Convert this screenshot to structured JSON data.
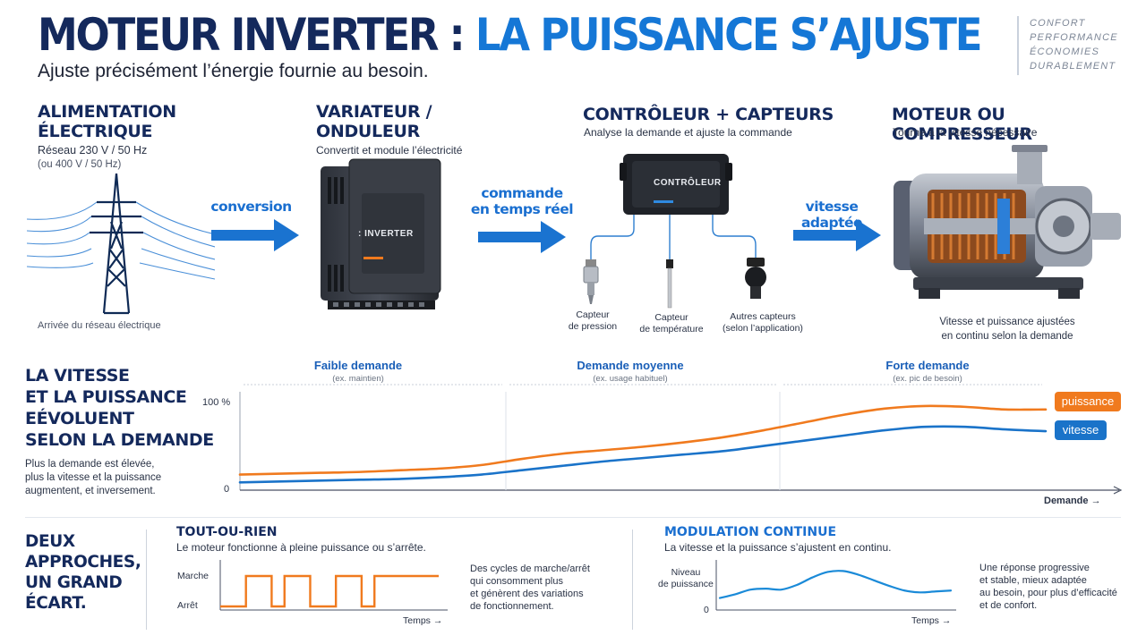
{
  "header": {
    "title_part1": "MOTEUR INVERTER : ",
    "title_part2": "LA PUISSANCE S’AJUSTE",
    "subtitle": "Ajuste précisément l’énergie fournie au besoin.",
    "taglines": [
      "CONFORT",
      "PERFORMANCE",
      "ÉCONOMIES",
      "DURABLEMENT"
    ]
  },
  "flow": {
    "power": {
      "title_line1": "ALIMENTATION",
      "title_line2": "ÉLECTRIQUE",
      "line1": "Réseau 230 V / 50 Hz",
      "line2": "(ou 400 V / 50 Hz)",
      "caption": "Arrivée du réseau électrique"
    },
    "arrow1": "conversion",
    "inverter": {
      "title_line1": "VARIATEUR /",
      "title_line2": "ONDULEUR",
      "description": "Convertit et module l’électricité",
      "device_label": ": INVERTER"
    },
    "arrow2_line1": "commande",
    "arrow2_line2": "en temps réel",
    "controller": {
      "title": "CONTRÔLEUR + CAPTEURS",
      "description": "Analyse la demande et ajuste la commande",
      "device_label": "CONTRÔLEUR",
      "sensors": [
        {
          "line1": "Capteur",
          "line2": "de pression"
        },
        {
          "line1": "Capteur",
          "line2": "de température"
        },
        {
          "line1": "Autres capteurs",
          "line2": "(selon l’application)"
        }
      ]
    },
    "arrow3": "vitesse adaptée",
    "motor": {
      "title": "MOTEUR OU COMPRESSEUR",
      "description": "Tourne à la vitesse nécessaire",
      "caption_line1": "Vitesse et puissance ajustées",
      "caption_line2": "en continu selon la demande"
    }
  },
  "demand": {
    "heading_lines": [
      "LA VITESSE",
      "ET LA PUISSANCE",
      "EÉVOLUENT",
      "SELON LA DEMANDE"
    ],
    "desc_lines": [
      "Plus la demande est élevée,",
      "plus la vitesse et la puissance",
      "augmentent, et inversement."
    ]
  },
  "chart_data": {
    "type": "line",
    "x": [
      0,
      0.05,
      0.1,
      0.15,
      0.2,
      0.25,
      0.3,
      0.35,
      0.4,
      0.45,
      0.5,
      0.55,
      0.6,
      0.65,
      0.7,
      0.75,
      0.8,
      0.85,
      0.9,
      0.95,
      1.0
    ],
    "series": [
      {
        "name": "puissance",
        "color": "#f07a1e",
        "values": [
          18,
          19,
          20,
          21,
          23,
          25,
          29,
          36,
          42,
          46,
          50,
          55,
          61,
          69,
          78,
          87,
          94,
          97,
          96,
          93,
          93
        ]
      },
      {
        "name": "vitesse",
        "color": "#1a73c9",
        "values": [
          9,
          10,
          11,
          12,
          13,
          15,
          18,
          23,
          28,
          33,
          37,
          41,
          45,
          51,
          57,
          63,
          69,
          73,
          73,
          70,
          68
        ]
      }
    ],
    "phases": [
      {
        "name": "Faible demande",
        "example": "(ex. maintien)",
        "start": 0,
        "end": 0.33
      },
      {
        "name": "Demande moyenne",
        "example": "(ex. usage habituel)",
        "start": 0.33,
        "end": 0.67
      },
      {
        "name": "Forte demande",
        "example": "(ex. pic de besoin)",
        "start": 0.67,
        "end": 1.0
      }
    ],
    "ytick_top": "100 %",
    "ytick_bottom": "0",
    "xlabel": "Demande →",
    "ylim": [
      0,
      100
    ]
  },
  "approaches": {
    "heading_lines": [
      "DEUX",
      "APPROCHES,",
      "UN GRAND",
      "ÉCART."
    ],
    "onoff": {
      "title": "TOUT-OU-RIEN",
      "subtitle": "Le moteur fonctionne à pleine puissance ou s’arrête.",
      "label_on": "Marche",
      "label_off": "Arrêt",
      "xlabel": "Temps →",
      "desc_lines": [
        "Des cycles de marche/arrêt",
        "qui consomment plus",
        "et génèrent des variations",
        "de fonctionnement."
      ],
      "states": [
        0,
        0,
        1,
        1,
        0,
        1,
        1,
        0,
        0,
        1,
        1,
        0,
        1,
        1,
        1,
        1,
        1
      ],
      "color": "#f07a1e"
    },
    "modulation": {
      "title": "MODULATION CONTINUE",
      "subtitle": "La vitesse et la puissance s’ajustent en continu.",
      "ylabel_line1": "Niveau",
      "ylabel_line2": "de puissance",
      "ytick": "0",
      "xlabel": "Temps →",
      "desc_lines": [
        "Une réponse progressive",
        "et stable, mieux adaptée",
        "au besoin, pour plus d’efficacité",
        "et de confort."
      ],
      "values": [
        0.22,
        0.3,
        0.4,
        0.42,
        0.4,
        0.5,
        0.66,
        0.78,
        0.8,
        0.72,
        0.6,
        0.48,
        0.38,
        0.34,
        0.36,
        0.38
      ],
      "color": "#1a8ad8"
    }
  }
}
